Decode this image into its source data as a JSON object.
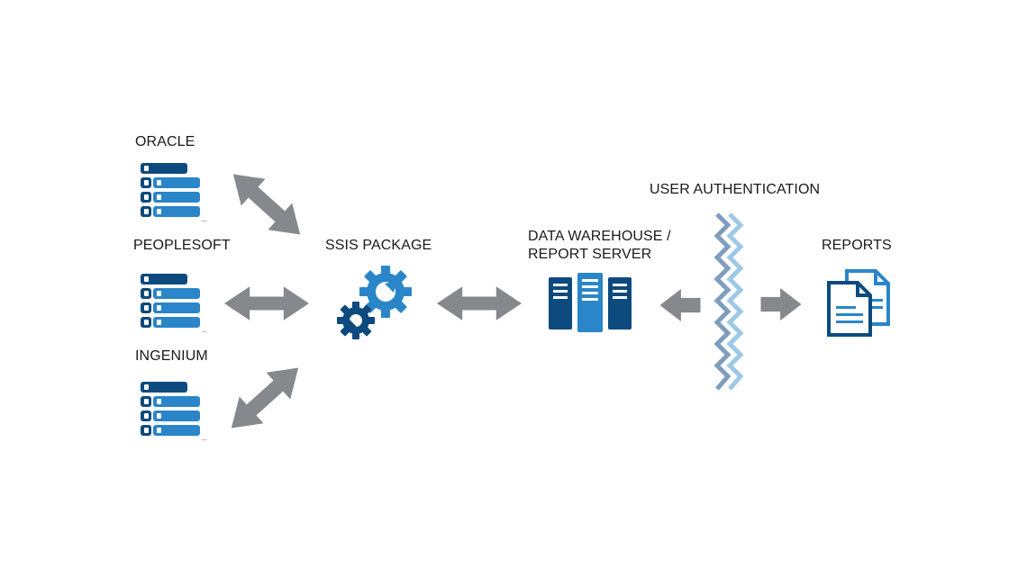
{
  "sources": [
    {
      "label": "ORACLE"
    },
    {
      "label": "PEOPLESOFT"
    },
    {
      "label": "INGENIUM"
    }
  ],
  "ssis": {
    "label": "SSIS PACKAGE"
  },
  "warehouse": {
    "line1": "DATA WAREHOUSE /",
    "line2": "REPORT SERVER"
  },
  "auth": {
    "label": "USER AUTHENTICATION"
  },
  "reports": {
    "label": "REPORTS"
  },
  "colors": {
    "navy": "#0d4a7d",
    "mid_blue": "#2a86c8",
    "light_blue": "#9ec9e6",
    "arrow_grey": "#85898d"
  }
}
